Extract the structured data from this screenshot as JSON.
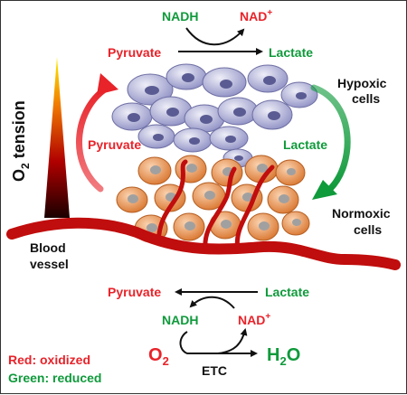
{
  "top_reaction": {
    "nadh": "NADH",
    "nad_base": "NAD",
    "nad_sup": "+",
    "pyruvate": "Pyruvate",
    "lactate": "Lactate"
  },
  "axis": {
    "label_o": "O",
    "label_sub": "2",
    "label_rest": " tension"
  },
  "cells": {
    "hypoxic_line1": "Hypoxic",
    "hypoxic_line2": "cells",
    "normoxic_line1": "Normoxic",
    "normoxic_line2": "cells"
  },
  "cycle": {
    "left_label": "Pyruvate",
    "right_label": "Lactate"
  },
  "vessel": {
    "line1": "Blood",
    "line2": "vessel"
  },
  "bottom_reaction": {
    "pyruvate": "Pyruvate",
    "lactate": "Lactate",
    "nadh": "NADH",
    "nad_base": "NAD",
    "nad_sup": "+",
    "o2_base": "O",
    "o2_sub": "2",
    "h2o_h": "H",
    "h2o_sub": "2",
    "h2o_o": "O",
    "etc": "ETC"
  },
  "legend": {
    "red": "Red: oxidized",
    "green": "Green: reduced"
  },
  "colors": {
    "oxidized": "#e8232a",
    "reduced": "#0f9a3b",
    "hypoxic_cell": "#b7b8dc",
    "normoxic_cell": "#e8935a",
    "vessel": "#c00d0d"
  }
}
